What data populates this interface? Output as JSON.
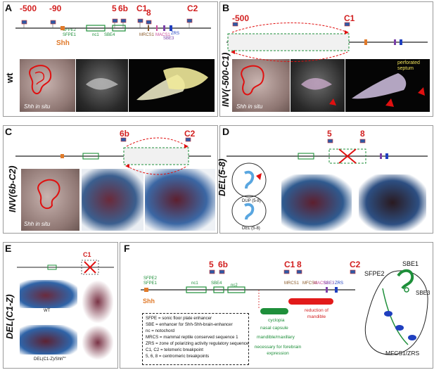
{
  "panels": {
    "A": {
      "letter": "A",
      "side": "wt",
      "bps": [
        "-500",
        "-90",
        "5",
        "6b",
        "C1",
        "8",
        "C2"
      ],
      "enhancers": [
        "SFPE2",
        "SFPE1",
        "nc1",
        "SBE4",
        "MRCS1",
        "MACS1",
        "SBE3",
        "ZRS"
      ],
      "gene": "Shh",
      "caption": "Shh in situ"
    },
    "B": {
      "letter": "B",
      "side": "INV(-500-C1)",
      "bps": [
        "-500",
        "C1"
      ],
      "note": "perforated septum",
      "caption": "Shh in situ"
    },
    "C": {
      "letter": "C",
      "side": "INV(6b-C2)",
      "bps": [
        "6b",
        "C2"
      ],
      "caption": "Shh in situ"
    },
    "D": {
      "letter": "D",
      "side": "DEL(5-8)",
      "bps": [
        "5",
        "8"
      ],
      "diagrams": [
        "DUP (5-8)",
        "DEL (5-8)"
      ]
    },
    "E": {
      "letter": "E",
      "side": "DEL(C1-Z)",
      "bps": [
        "C1"
      ],
      "captions": [
        "WT",
        "DEL(C1-Z)/Shh"
      ],
      "superscript": "ko"
    },
    "F": {
      "letter": "F",
      "bps": [
        "5",
        "6b",
        "C1",
        "8",
        "C2"
      ],
      "enhancers": [
        "SFPE2",
        "SFPE1",
        "nc1",
        "SBE4",
        "nc2",
        "MRCS1",
        "MFCS4",
        "MACS1",
        "SBE3",
        "ZRS"
      ],
      "gene": "Shh",
      "bars": {
        "green": "cyclopia",
        "red": "reduction of mandible"
      },
      "phenos": [
        "nasal capsule",
        "mandible/maxillary",
        "necessary for forebrain expression"
      ],
      "legend": [
        "SFPE = sonic floor plate enhancer",
        "SBE = enhancer for Shh-Shh-brain-enhancer",
        "nc = notochord",
        "MRCS = mammal reptile conserved sequence 1",
        "ZRS = zone of polarizing activity regulatory sequence",
        "C1, C2 = telomeric breakpoint",
        "5, 6, 8 = centromeric breakpoints"
      ],
      "embryo_labels": [
        "SBE1",
        "SFPE2",
        "SBE3",
        "MFCS1/ZRS"
      ]
    }
  },
  "colors": {
    "red": "#d21f1f",
    "green": "#1e8f3a",
    "blue": "#1f3fbf",
    "orange": "#e07a2a"
  }
}
